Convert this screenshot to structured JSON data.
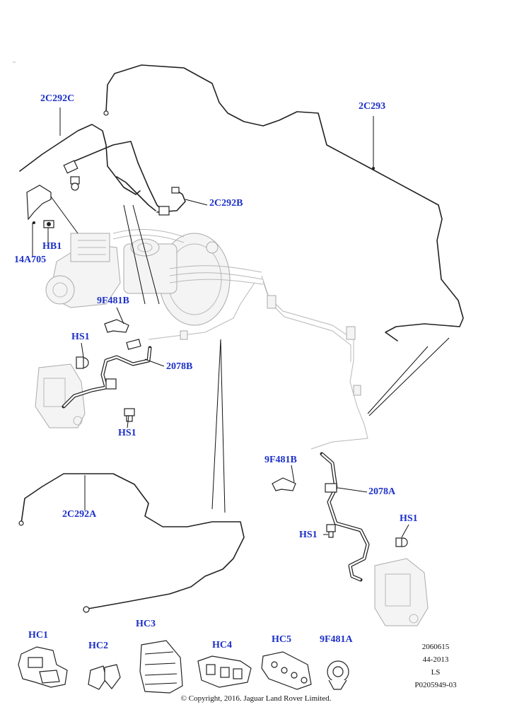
{
  "labels": {
    "l_2c292c": "2C292C",
    "l_2c293": "2C293",
    "l_2c292b": "2C292B",
    "l_hb1": "HB1",
    "l_14a705": "14A705",
    "l_9f481b_top": "9F481B",
    "l_hs1_a": "HS1",
    "l_2078b": "2078B",
    "l_hs1_b": "HS1",
    "l_9f481b_mid": "9F481B",
    "l_2078a": "2078A",
    "l_hs1_c": "HS1",
    "l_hs1_d": "HS1",
    "l_2c292a": "2C292A",
    "l_hc1": "HC1",
    "l_hc2": "HC2",
    "l_hc3": "HC3",
    "l_hc4": "HC4",
    "l_hc5": "HC5",
    "l_9f481a": "9F481A"
  },
  "meta": {
    "line1": "2060615",
    "line2": "44-2013",
    "line3": "LS",
    "line4": "P0205949-03"
  },
  "copyright": "© Copyright, 2016. Jaguar Land Rover Limited.",
  "colors": {
    "label": "#1b2fc9",
    "line": "#222222",
    "ghost": "#b8b8b8"
  }
}
